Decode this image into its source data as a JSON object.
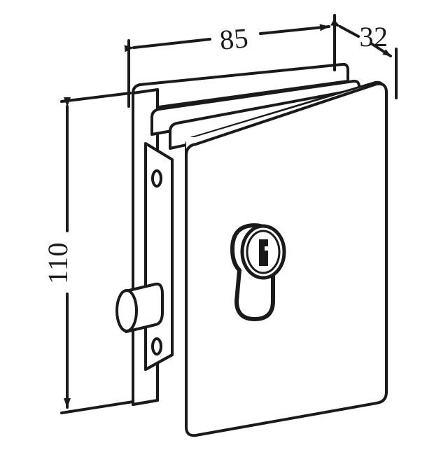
{
  "drawing": {
    "title": "Glass door patch lock - isometric dimensioned drawing",
    "type": "technical-line-drawing",
    "projection": "isometric",
    "units": "mm",
    "line_color": "#1a1a1a",
    "fill_color": "#ffffff",
    "background_color": "#ffffff"
  },
  "dimensions": {
    "width": {
      "label": "85",
      "axis": "horizontal-top",
      "description": "overall width of lock body"
    },
    "depth": {
      "label": "32",
      "axis": "diagonal-top-right",
      "description": "depth / thickness of lock body"
    },
    "height": {
      "label": "110",
      "axis": "vertical-left",
      "rotation": -90,
      "description": "overall height of lock body"
    }
  },
  "features": {
    "keyhole": {
      "name": "euro-profile-cylinder",
      "description": "Euro profile cylinder keyway on front face"
    },
    "latch_bolt": {
      "name": "latch-bolt",
      "description": "Cylindrical latch bolt protruding from left edge"
    },
    "screw_holes": [
      {
        "name": "screw-hole-upper",
        "description": "Upper fixing hole on side flange"
      },
      {
        "name": "screw-hole-lower",
        "description": "Lower fixing hole on side flange"
      }
    ],
    "plates": [
      {
        "name": "back-plate",
        "description": "Rear mounting plate"
      },
      {
        "name": "mid-plate-1",
        "description": "First intermediate plate layer"
      },
      {
        "name": "mid-plate-2",
        "description": "Second intermediate plate layer"
      },
      {
        "name": "front-plate",
        "description": "Front cover plate with keyhole"
      }
    ]
  }
}
